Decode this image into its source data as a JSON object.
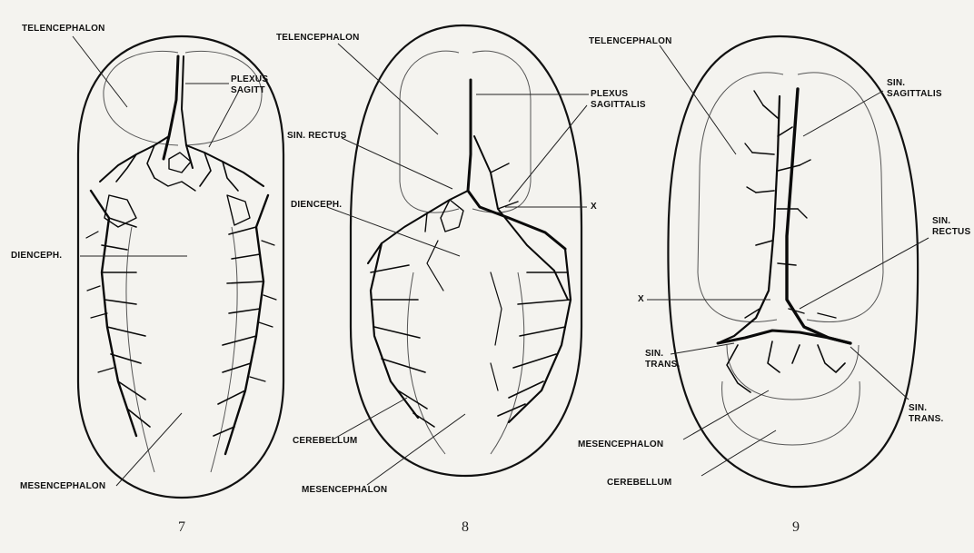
{
  "figures": [
    {
      "number": "7",
      "labels": {
        "telencephalon": "TELENCEPHALON",
        "plexus_line1": "PLEXUS",
        "plexus_line2": "SAGITT",
        "diencephalon": "DIENCEPH.",
        "mesencephalon": "MESENCEPHALON"
      }
    },
    {
      "number": "8",
      "labels": {
        "telencephalon": "TELENCEPHALON",
        "plexus_line1": "PLEXUS",
        "plexus_line2": "SAGITTALIS",
        "sin_rectus": "SIN. RECTUS",
        "diencephalon": "DIENCEPH.",
        "x": "X",
        "cerebellum": "CEREBELLUM",
        "mesencephalon": "MESENCEPHALON"
      }
    },
    {
      "number": "9",
      "labels": {
        "telencephalon": "TELENCEPHALON",
        "sin_sag_line1": "SIN.",
        "sin_sag_line2": "SAGITTALIS",
        "sin_rectus_line1": "SIN.",
        "sin_rectus_line2": "RECTUS",
        "x": "X",
        "sin_trans_left_line1": "SIN.",
        "sin_trans_left_line2": "TRANS.",
        "sin_trans_right_line1": "SIN.",
        "sin_trans_right_line2": "TRANS.",
        "mesencephalon": "MESENCEPHALON",
        "cerebellum": "CEREBELLUM"
      }
    }
  ],
  "colors": {
    "ink": "#111111",
    "paper": "#f4f3ef"
  }
}
